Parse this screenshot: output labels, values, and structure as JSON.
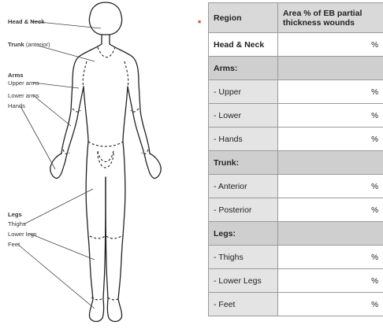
{
  "figure_labels": {
    "head_neck": "Head & Neck",
    "trunk": "Trunk",
    "trunk_sub": "(anterior)",
    "arms": "Arms",
    "upper_arms": "Upper arms",
    "lower_arms": "Lower arms",
    "hands": "Hands",
    "legs": "Legs",
    "thighs": "Thighs",
    "lower_legs": "Lower legs",
    "feet": "Feet"
  },
  "required_marker": "*",
  "table": {
    "header": {
      "region": "Region",
      "area": "Area % of EB partial thickness wounds"
    },
    "rows": [
      {
        "label": "Head & Neck",
        "kind": "main",
        "unit": "%"
      },
      {
        "label": "Arms:",
        "kind": "section",
        "unit": ""
      },
      {
        "label": "- Upper",
        "kind": "sub",
        "unit": "%"
      },
      {
        "label": "- Lower",
        "kind": "sub",
        "unit": "%"
      },
      {
        "label": "- Hands",
        "kind": "sub",
        "unit": "%"
      },
      {
        "label": "Trunk:",
        "kind": "section",
        "unit": ""
      },
      {
        "label": "- Anterior",
        "kind": "sub",
        "unit": "%"
      },
      {
        "label": "- Posterior",
        "kind": "sub",
        "unit": "%"
      },
      {
        "label": "Legs:",
        "kind": "section",
        "unit": ""
      },
      {
        "label": "- Thighs",
        "kind": "sub",
        "unit": "%"
      },
      {
        "label": "- Lower Legs",
        "kind": "sub",
        "unit": "%"
      },
      {
        "label": "- Feet",
        "kind": "sub",
        "unit": "%"
      }
    ]
  }
}
